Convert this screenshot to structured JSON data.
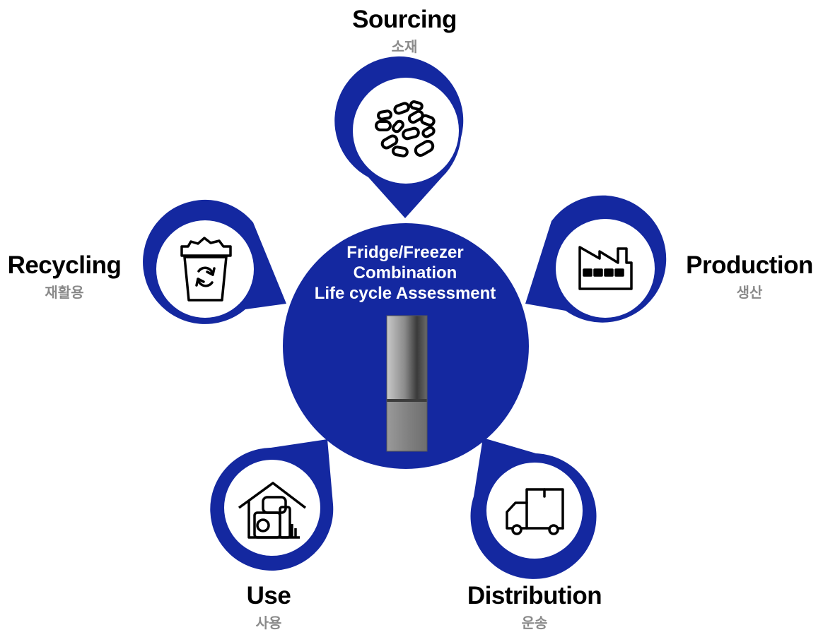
{
  "colors": {
    "primary": "#1428a0",
    "text": "#000000",
    "subtext": "#8a8a8a",
    "bg": "#ffffff"
  },
  "center": {
    "title_lines": [
      "Fridge/Freezer",
      "Combination",
      "Life cycle Assessment"
    ],
    "image": "refrigerator"
  },
  "stages": {
    "sourcing": {
      "en": "Sourcing",
      "ko": "소재",
      "icon": "materials-icon"
    },
    "production": {
      "en": "Production",
      "ko": "생산",
      "icon": "factory-icon"
    },
    "distribution": {
      "en": "Distribution",
      "ko": "운송",
      "icon": "truck-icon"
    },
    "use": {
      "en": "Use",
      "ko": "사용",
      "icon": "home-appliances-icon"
    },
    "recycling": {
      "en": "Recycling",
      "ko": "재활용",
      "icon": "recycle-bin-icon"
    }
  }
}
